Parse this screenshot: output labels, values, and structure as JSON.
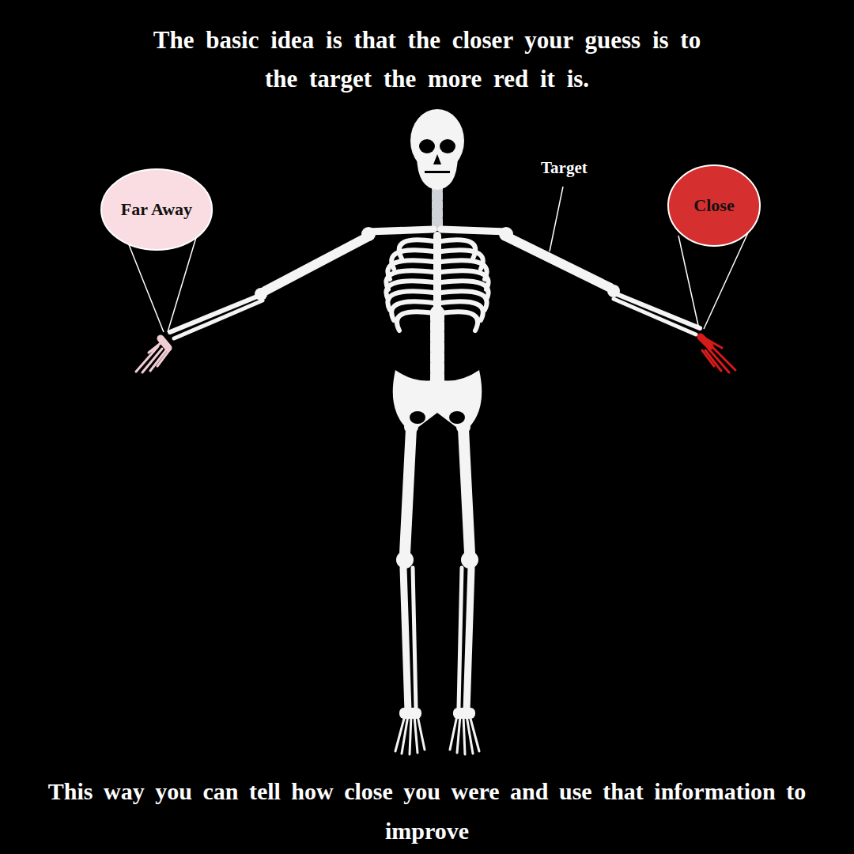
{
  "diagram": {
    "title": "The basic idea is that the closer your guess is to the target the more red it is.",
    "caption": "This way you can tell how close you were and use that information to improve",
    "nodes": [
      {
        "text": [
          "Far Away"
        ]
      },
      {
        "text": [
          "Close"
        ]
      }
    ],
    "labels": [
      "Target"
    ]
  }
}
